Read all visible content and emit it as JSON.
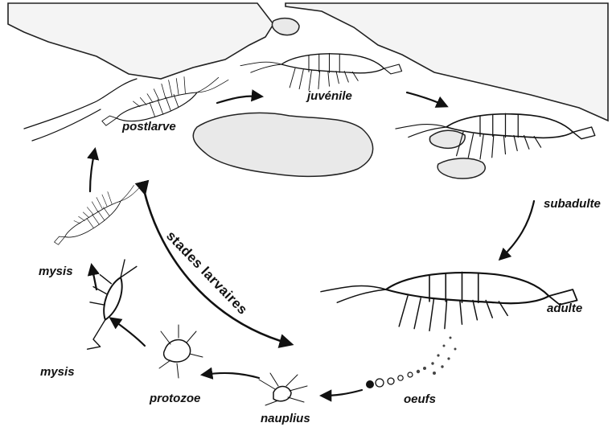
{
  "diagram": {
    "stages": {
      "postlarve": "postlarve",
      "juvenile": "juvénile",
      "subadulte": "subadulte",
      "adulte": "adulte",
      "oeufs": "oeufs",
      "nauplius": "nauplius",
      "protozoe": "protozoe",
      "mysis_lower": "mysis",
      "mysis_upper": "mysis"
    },
    "larval_arc_label": "stades larvaires",
    "colors": {
      "ink": "#111111",
      "land": "#f4f4f4",
      "water": "#ffffff",
      "stipple": "#9a9a9a"
    },
    "icons": [
      "shrimp-icon",
      "larva-icon",
      "egg-icon",
      "arrow-icon"
    ]
  }
}
